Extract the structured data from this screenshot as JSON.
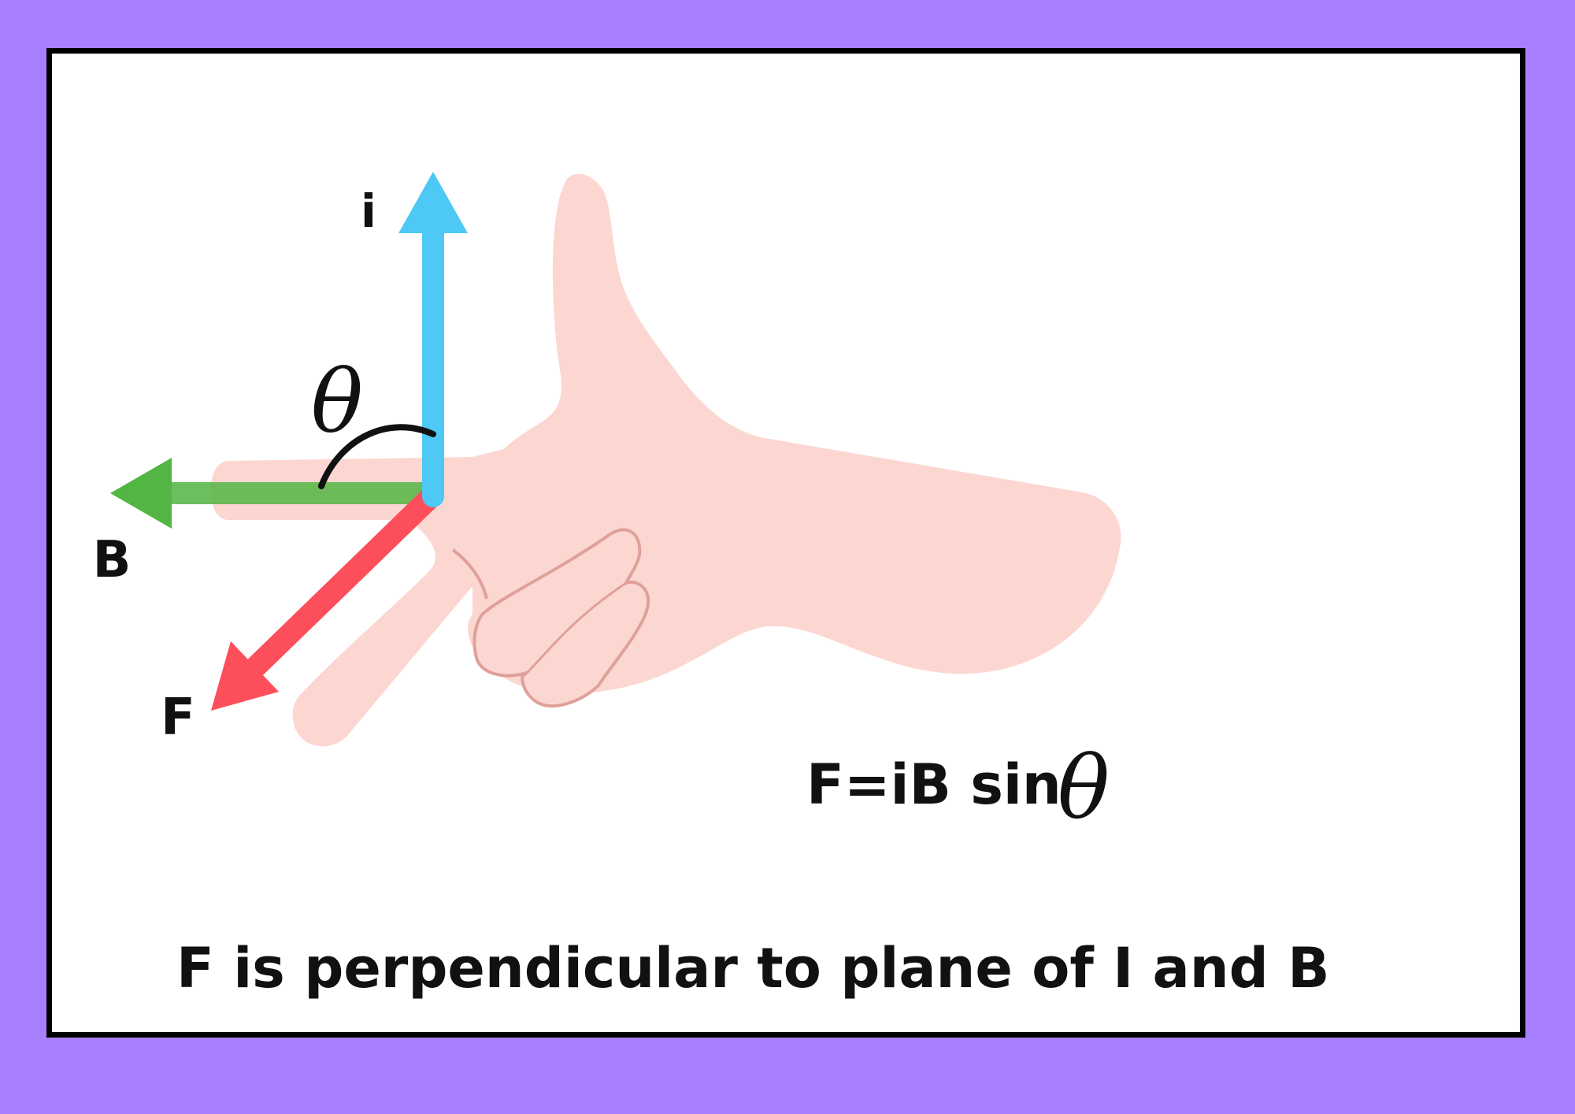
{
  "labels": {
    "current": "i",
    "field": "B",
    "force": "F",
    "angle_symbol": "θ"
  },
  "formula": {
    "text": "F=iB sin",
    "symbol": "θ"
  },
  "caption": "F is perpendicular to plane of I and B",
  "colors": {
    "background": "#a880ff",
    "panel": "#ffffff",
    "border": "#000000",
    "hand": "#fcd7d2",
    "hand_outline": "#e0a09a",
    "current_arrow": "#4ec8f4",
    "field_arrow": "#53b543",
    "force_arrow": "#fd4f5b"
  }
}
